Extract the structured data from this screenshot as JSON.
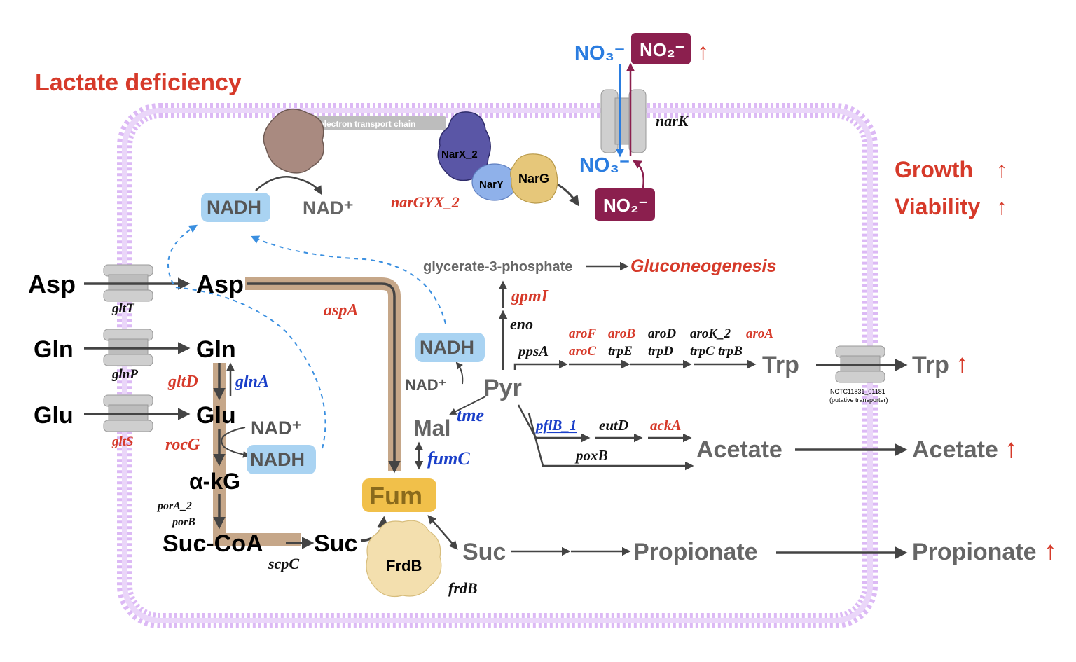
{
  "title": "Lactate deficiency",
  "outcomes": {
    "growth": "Growth",
    "viability": "Viability",
    "up_arrow": "↑"
  },
  "colors": {
    "red": "#d63a2a",
    "blue": "#1a3fc9",
    "membrane": "#d9b7f2",
    "flux": "#c6a789",
    "nadh_box": "#a9d3f2",
    "fum_box": "#f1c04a",
    "no2_box": "#8b1f4e",
    "no3_text": "#2b7de0",
    "frdb": "#f3dfae"
  },
  "membrane_proteins": {
    "etc": "electron transport chain",
    "narX": "NarX_2",
    "narY": "NarY",
    "narG": "NarG",
    "frdB": "FrdB"
  },
  "nitrate": {
    "no3_out": "NO₃⁻",
    "no2_out": "NO₂⁻",
    "no3_in": "NO₃⁻",
    "no2_in": "NO₂⁻",
    "narK": "narK",
    "narGYX": "narGYX_2"
  },
  "metabolites": {
    "asp_out": "Asp",
    "asp_in": "Asp",
    "gln_out": "Gln",
    "gln_in": "Gln",
    "glu_out": "Glu",
    "glu_in": "Glu",
    "akg": "α-kG",
    "succoa": "Suc-CoA",
    "suc1": "Suc",
    "fum": "Fum",
    "mal": "Mal",
    "pyr": "Pyr",
    "suc2": "Suc",
    "propionate_in": "Propionate",
    "propionate_out": "Propionate",
    "acetate_in": "Acetate",
    "acetate_out": "Acetate",
    "trp_in": "Trp",
    "trp_out": "Trp",
    "g3p": "glycerate-3-phosphate",
    "gluconeo": "Gluconeogenesis",
    "nadh1": "NADH",
    "nad1": "NAD⁺",
    "nadh2": "NADH",
    "nad2": "NAD⁺",
    "nadh3": "NADH",
    "nad3": "NAD⁺"
  },
  "genes": {
    "gltT": "gltT",
    "glnP": "glnP",
    "gltS": "gltS",
    "gltD": "gltD",
    "glnA": "glnA",
    "rocG": "rocG",
    "porA": "porA_2",
    "porB": "porB",
    "scpC": "scpC",
    "aspA": "aspA",
    "fumC": "fumC",
    "tme": "tme",
    "frdB": "frdB",
    "gpmI": "gpmI",
    "eno": "eno",
    "ppsA": "ppsA",
    "aroF": "aroF",
    "aroB": "aroB",
    "aroD": "aroD",
    "aroK": "aroK_2",
    "aroA": "aroA",
    "aroC": "aroC",
    "trpE": "trpE",
    "trpD": "trpD",
    "trpC": "trpC",
    "trpB": "trpB",
    "pflB": "pflB_1",
    "eutD": "eutD",
    "ackA": "ackA",
    "poxB": "poxB"
  },
  "transporter": {
    "name": "NCTC11831_01181",
    "note": "(putative transporter)"
  }
}
